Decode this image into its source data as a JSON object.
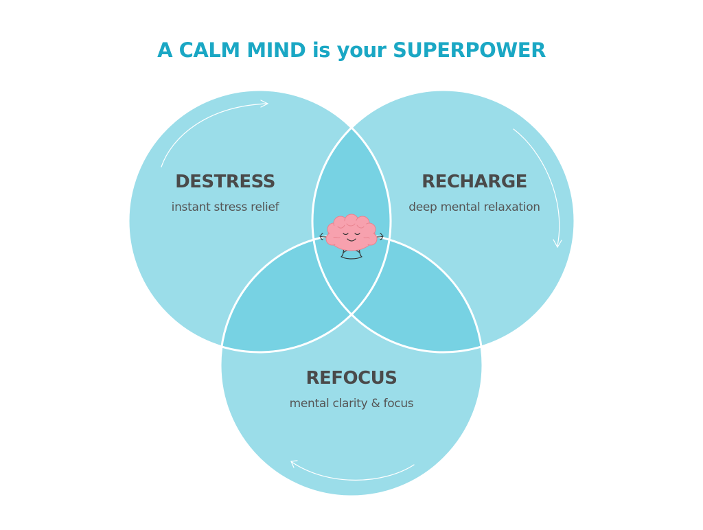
{
  "title": "A CALM MIND is your SUPERPOWER",
  "colors": {
    "title": "#1aa7c4",
    "circle_fill": "#9bdde9",
    "overlap_fill": "#77d2e3",
    "outline": "#ffffff",
    "text_dark": "#4a4a4a",
    "brain": "#f7a1ae"
  },
  "circles": [
    {
      "name": "DESTRESS",
      "caption": "instant stress relief"
    },
    {
      "name": "RECHARGE",
      "caption": "deep mental relaxation"
    },
    {
      "name": "REFOCUS",
      "caption": "mental clarity & focus"
    }
  ],
  "center_icon": "meditating-brain-icon"
}
